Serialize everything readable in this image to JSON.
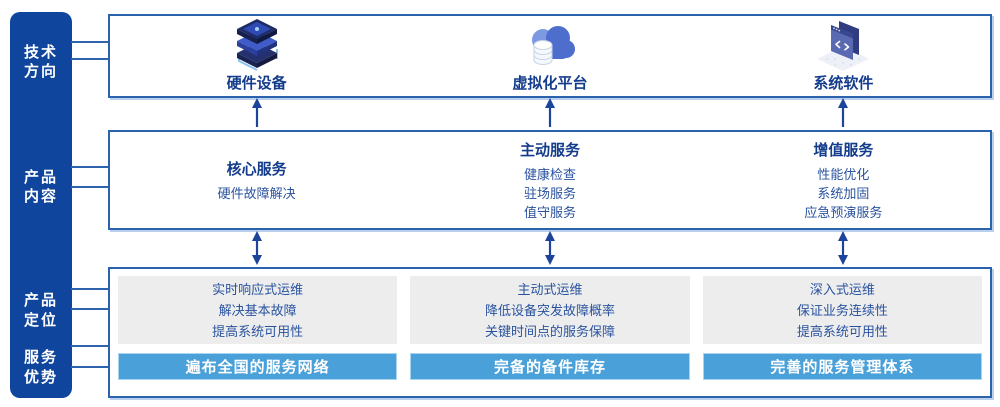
{
  "colors": {
    "sidebar_bg": "#0f459c",
    "box_border": "#2b62ad",
    "heading_navy": "#143c8c",
    "body_navy": "#2a539f",
    "bar_blue": "#4aa0d8",
    "gray_card": "#ededed",
    "arrow_navy": "#1c449b",
    "connector_blue": "#2e64ae"
  },
  "sidebar": {
    "items": [
      {
        "label": "技术\n方向"
      },
      {
        "label": "产品\n内容"
      },
      {
        "label": "产品\n定位"
      },
      {
        "label": "服务\n优势"
      }
    ]
  },
  "tech_row": {
    "columns": [
      {
        "icon": "server-stack-icon",
        "label": "硬件设备"
      },
      {
        "icon": "cloud-database-icon",
        "label": "虚拟化平台"
      },
      {
        "icon": "software-window-icon",
        "label": "系统软件"
      }
    ]
  },
  "content_row": {
    "columns": [
      {
        "header": "核心服务",
        "items": [
          "硬件故障解决"
        ]
      },
      {
        "header": "主动服务",
        "items": [
          "健康检查",
          "驻场服务",
          "值守服务"
        ]
      },
      {
        "header": "增值服务",
        "items": [
          "性能优化",
          "系统加固",
          "应急预演服务"
        ]
      }
    ]
  },
  "position_row": {
    "columns": [
      {
        "lines": [
          "实时响应式运维",
          "解决基本故障",
          "提高系统可用性"
        ],
        "bar": "遍布全国的服务网络"
      },
      {
        "lines": [
          "主动式运维",
          "降低设备突发故障概率",
          "关键时间点的服务保障"
        ],
        "bar": "完备的备件库存"
      },
      {
        "lines": [
          "深入式运维",
          "保证业务连续性",
          "提高系统可用性"
        ],
        "bar": "完善的服务管理体系"
      }
    ]
  }
}
